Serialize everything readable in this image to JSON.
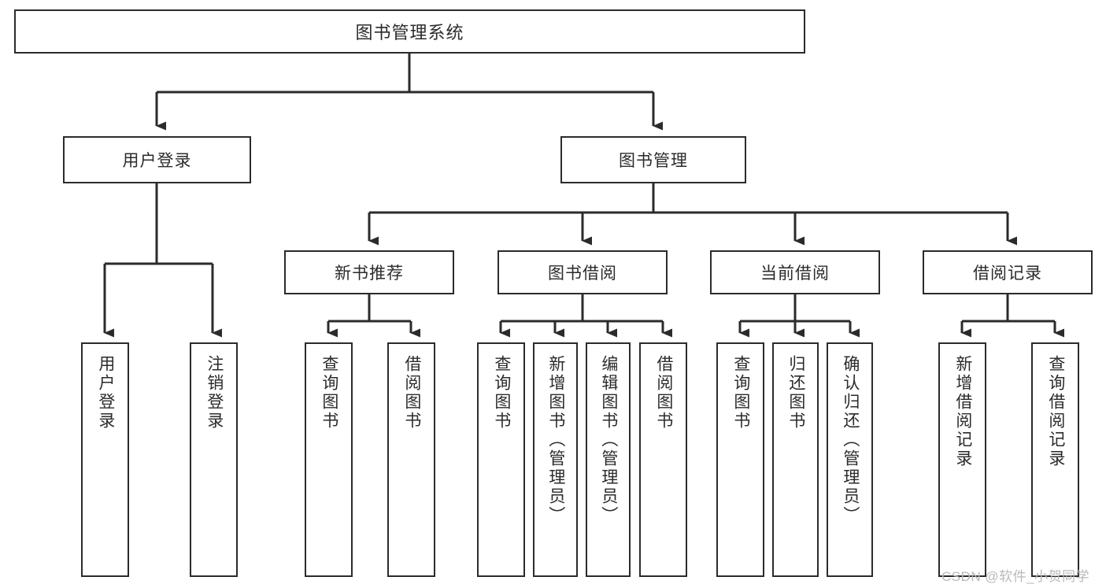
{
  "diagram": {
    "type": "tree-hierarchy-chart",
    "title": "图书管理系统",
    "watermark": "CSDN @软件_小贺同学",
    "colors": {
      "stroke": "#2b2b2b",
      "fill": "#ffffff",
      "text": "#2b2b2b",
      "watermark": "#b9b9b9"
    },
    "nodes": {
      "root": {
        "label": "图书管理系统"
      },
      "level2": [
        {
          "label": "用户登录"
        },
        {
          "label": "图书管理"
        }
      ],
      "level3": [
        {
          "label": "新书推荐"
        },
        {
          "label": "图书借阅"
        },
        {
          "label": "当前借阅"
        },
        {
          "label": "借阅记录"
        }
      ],
      "leaves": [
        {
          "label": "用户登录",
          "parent": "用户登录"
        },
        {
          "label": "注销登录",
          "parent": "用户登录"
        },
        {
          "label": "查询图书",
          "parent": "新书推荐"
        },
        {
          "label": "借阅图书",
          "parent": "新书推荐"
        },
        {
          "label": "查询图书",
          "parent": "图书借阅"
        },
        {
          "label": "新增图书（管理员）",
          "parent": "图书借阅"
        },
        {
          "label": "编辑图书（管理员）",
          "parent": "图书借阅"
        },
        {
          "label": "借阅图书",
          "parent": "图书借阅"
        },
        {
          "label": "查询图书",
          "parent": "当前借阅"
        },
        {
          "label": "归还图书",
          "parent": "当前借阅"
        },
        {
          "label": "确认归还（管理员）",
          "parent": "当前借阅"
        },
        {
          "label": "新增借阅记录",
          "parent": "借阅记录"
        },
        {
          "label": "查询借阅记录",
          "parent": "借阅记录"
        }
      ]
    }
  }
}
